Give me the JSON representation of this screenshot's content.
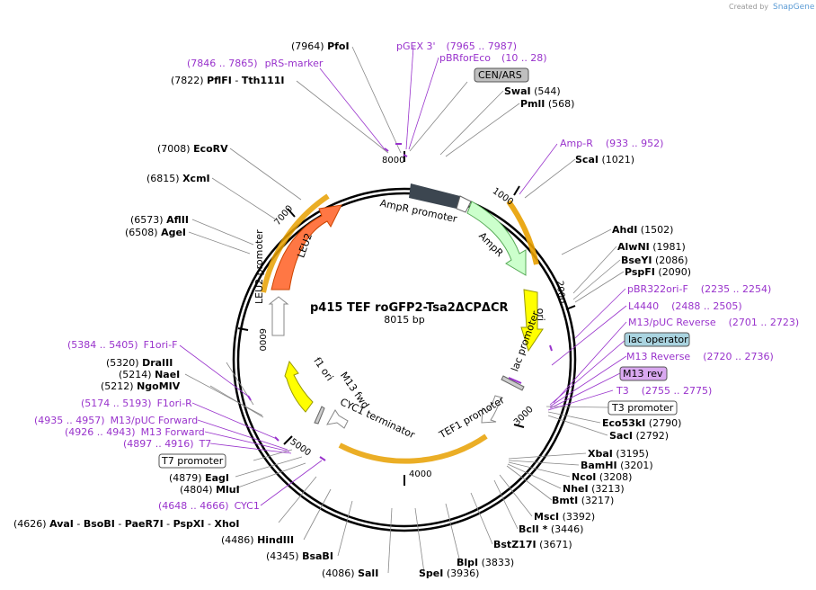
{
  "header": {
    "created_by": "Created by",
    "app": "SnapGene"
  },
  "plasmid": {
    "name": "p415 TEF roGFP2-Tsa2ΔCPΔCR",
    "size_label": "8015 bp",
    "length": 8015
  },
  "ticks": [
    "8000",
    "1000",
    "2000",
    "3000",
    "4000",
    "5000",
    "6000",
    "7000"
  ],
  "sites": [
    {
      "text": "(7964) ",
      "enzyme": "PfoI"
    },
    {
      "text": "(7822) ",
      "enzyme": "PflFI",
      "rest": "  -  ",
      "enzyme2": "Tth111I"
    },
    {
      "text": "(7008) ",
      "enzyme": "EcoRV"
    },
    {
      "text": "(6815) ",
      "enzyme": "XcmI"
    },
    {
      "text": "(6573) ",
      "enzyme": "AflII"
    },
    {
      "text": "(6508) ",
      "enzyme": "AgeI"
    },
    {
      "enzyme": "SwaI",
      "text": "  (544)"
    },
    {
      "enzyme": "PmlI",
      "text": "  (568)"
    },
    {
      "enzyme": "ScaI",
      "text": "  (1021)"
    },
    {
      "enzyme": "AhdI",
      "text": "  (1502)"
    },
    {
      "enzyme": "AlwNI",
      "text": "  (1981)"
    },
    {
      "enzyme": "BseYI",
      "text": "  (2086)"
    },
    {
      "enzyme": "PspFI",
      "text": "  (2090)"
    },
    {
      "enzyme": "Eco53kI",
      "text": "  (2790)"
    },
    {
      "enzyme": "SacI",
      "text": "  (2792)"
    },
    {
      "enzyme": "XbaI",
      "text": "  (3195)"
    },
    {
      "enzyme": "BamHI",
      "text": "  (3201)"
    },
    {
      "enzyme": "NcoI",
      "text": "  (3208)"
    },
    {
      "enzyme": "NheI",
      "text": "  (3213)"
    },
    {
      "enzyme": "BmtI",
      "text": "  (3217)"
    },
    {
      "enzyme": "MscI",
      "text": "  (3392)"
    },
    {
      "enzyme": "BclI *",
      "text": "  (3446)"
    },
    {
      "enzyme": "BstZ17I",
      "text": "  (3671)"
    },
    {
      "enzyme": "BlpI",
      "text": "  (3833)"
    },
    {
      "enzyme": "SpeI",
      "text": "  (3936)"
    },
    {
      "text": "(4086) ",
      "enzyme": "SalI"
    },
    {
      "text": "(4345) ",
      "enzyme": "BsaBI"
    },
    {
      "text": "(4486) ",
      "enzyme": "HindIII"
    },
    {
      "text": "(4879) ",
      "enzyme": "EagI"
    },
    {
      "text": "(4804) ",
      "enzyme": "MluI"
    },
    {
      "text": "(5320) ",
      "enzyme": "DraIII"
    },
    {
      "text": "(5214) ",
      "enzyme": "NaeI"
    },
    {
      "text": "(5212) ",
      "enzyme": "NgoMIV"
    }
  ],
  "multi_site": {
    "pos": "(4626) ",
    "e1": "AvaI",
    "sep1": "  -  ",
    "e2": "BsoBI",
    "sep2": "  -  ",
    "e3": "PaeR7I",
    "sep3": "  -  ",
    "e4": "PspXI",
    "sep4": "  -  ",
    "e5": "XhoI"
  },
  "primers": [
    {
      "name": "pGEX 3'",
      "range": "(7965 .. 7987)"
    },
    {
      "name": "pBRforEco",
      "range": "(10 .. 28)"
    },
    {
      "range": "(7846 .. 7865)",
      "name": "pRS-marker"
    },
    {
      "name": "Amp-R",
      "range": "(933 .. 952)"
    },
    {
      "name": "pBR322ori-F",
      "range": "(2235 .. 2254)"
    },
    {
      "name": "L4440",
      "range": "(2488 .. 2505)"
    },
    {
      "name": "M13/pUC Reverse",
      "range": "(2701 .. 2723)"
    },
    {
      "name": "M13 Reverse",
      "range": "(2720 .. 2736)"
    },
    {
      "name": "T3",
      "range": "(2755 .. 2775)"
    },
    {
      "range": "(5384 .. 5405)",
      "name": "F1ori-F"
    },
    {
      "range": "(5174 .. 5193)",
      "name": "F1ori-R"
    },
    {
      "range": "(4935 .. 4957)",
      "name": "M13/pUC Forward"
    },
    {
      "range": "(4926 .. 4943)",
      "name": "M13 Forward"
    },
    {
      "range": "(4897 .. 4916)",
      "name": "T7"
    },
    {
      "range": "(4648 .. 4666)",
      "name": "CYC1"
    }
  ],
  "boxes": [
    "CEN/ARS",
    "T3 promoter",
    "lac operator",
    "M13 rev",
    "T7 promoter"
  ],
  "features": [
    "AmpR promoter",
    "AmpR",
    "ori",
    "lac promoter",
    "TEF1 promoter",
    "CYC1 terminator",
    "M13 fwd",
    "f1 ori",
    "LEU2 promoter",
    "LEU2"
  ],
  "colors": {
    "ampr": "#ccffcc",
    "ampr_promoter": "#3c4650",
    "ori": "#ffff00",
    "leu2": "#ff7744",
    "f1ori": "#ffff00",
    "primer": "#9933cc",
    "box_cen": "#bfbfbf",
    "box_lac": "#aad4e0",
    "box_m13": "#d9a8f0",
    "orange": "#e8a000"
  }
}
